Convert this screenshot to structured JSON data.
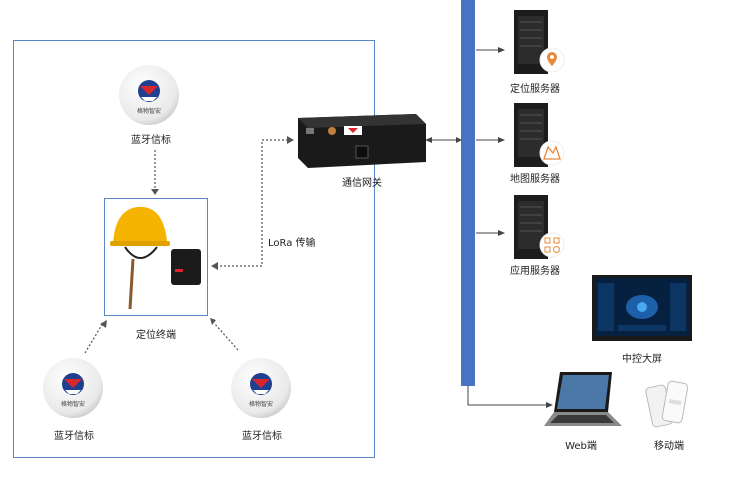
{
  "nodes": {
    "beacon_top": {
      "label": "蓝牙信标"
    },
    "beacon_left": {
      "label": "蓝牙信标"
    },
    "beacon_right": {
      "label": "蓝牙信标"
    },
    "terminal": {
      "label": "定位终端"
    },
    "gateway": {
      "label": "通信网关"
    },
    "loc_server": {
      "label": "定位服务器"
    },
    "map_server": {
      "label": "地图服务器"
    },
    "app_server": {
      "label": "应用服务器"
    },
    "big_screen": {
      "label": "中控大屏"
    },
    "web_client": {
      "label": "Web端"
    },
    "mobile_client": {
      "label": "移动端"
    }
  },
  "edges": {
    "lora_label": "LoRa 传输"
  },
  "beacon_logo_text": "格物智安",
  "colors": {
    "frame": "#5b86c6",
    "bus": "#4a72c4",
    "logo_red": "#d9262c",
    "logo_blue": "#1f3f8f",
    "helmet": "#f5b400",
    "icon_orange": "#e8893a"
  }
}
